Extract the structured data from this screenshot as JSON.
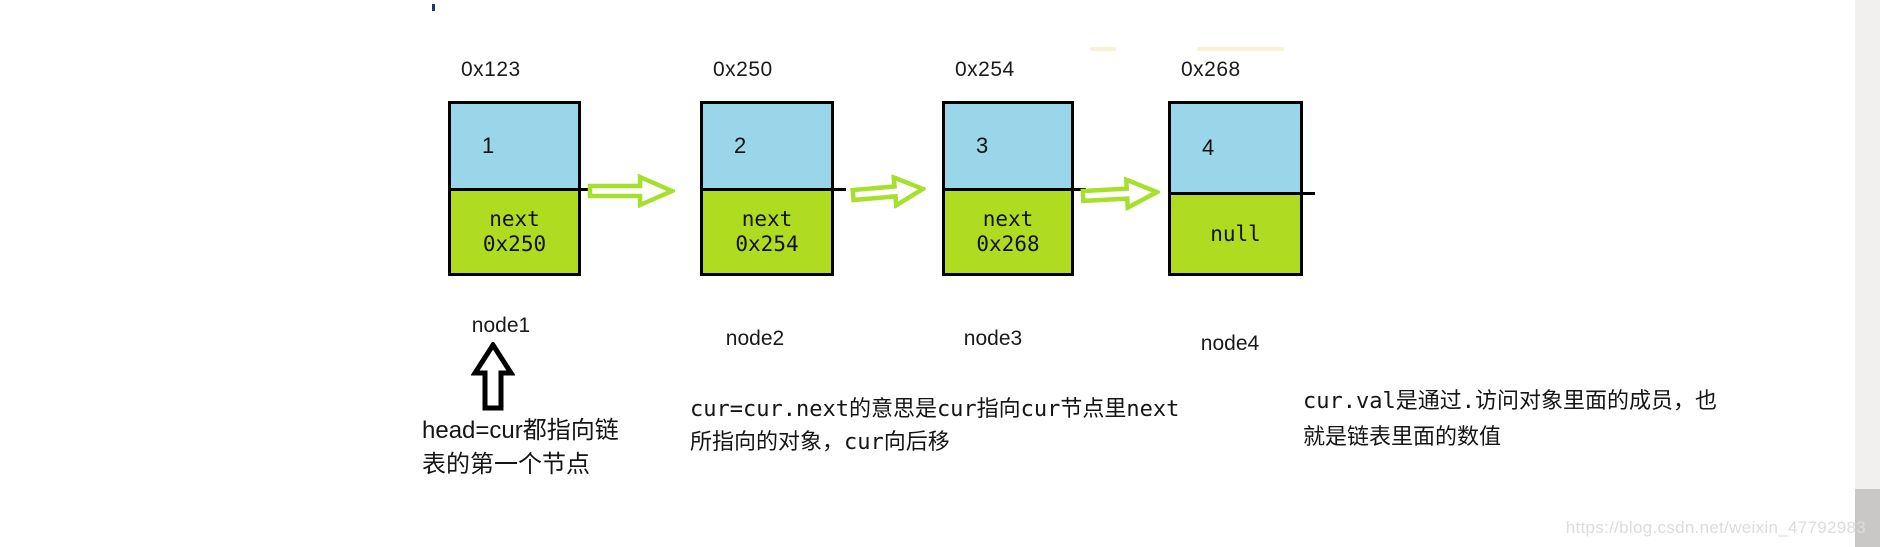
{
  "page": {
    "watermark": "https://blog.csdn.net/weixin_47792983"
  },
  "diagram": {
    "title": "linked-list memory diagram",
    "nodes": [
      {
        "address": "0x123",
        "value": "1",
        "ptr1": "next",
        "ptr2": "0x250",
        "label": "node1"
      },
      {
        "address": "0x250",
        "value": "2",
        "ptr1": "next",
        "ptr2": "0x254",
        "label": "node2"
      },
      {
        "address": "0x254",
        "value": "3",
        "ptr1": "next",
        "ptr2": "0x268",
        "label": "node3"
      },
      {
        "address": "0x268",
        "value": "4",
        "ptr1": "null",
        "ptr2": "",
        "label": "node4"
      }
    ],
    "annotations": {
      "head_pointer": {
        "line1": "head=cur都指向链",
        "line2": "表的第一个节点"
      },
      "cur_next": {
        "line1": "cur=cur.next的意思是cur指向cur节点里next",
        "line2": "所指向的对象，cur向后移"
      },
      "cur_val": {
        "line1": "cur.val是通过.访问对象里面的成员，也",
        "line2": "就是链表里面的数值"
      }
    },
    "icons": {
      "next_arrow": "block-arrow-right",
      "head_arrow": "block-arrow-up"
    },
    "colors": {
      "value_cell": "#99d6e9",
      "pointer_cell": "#afdc20",
      "arrow_outline": "#a6e02c",
      "box_border": "#000000",
      "highlight": "#f9f1d4",
      "watermark_text": "#dcdcdc"
    }
  }
}
